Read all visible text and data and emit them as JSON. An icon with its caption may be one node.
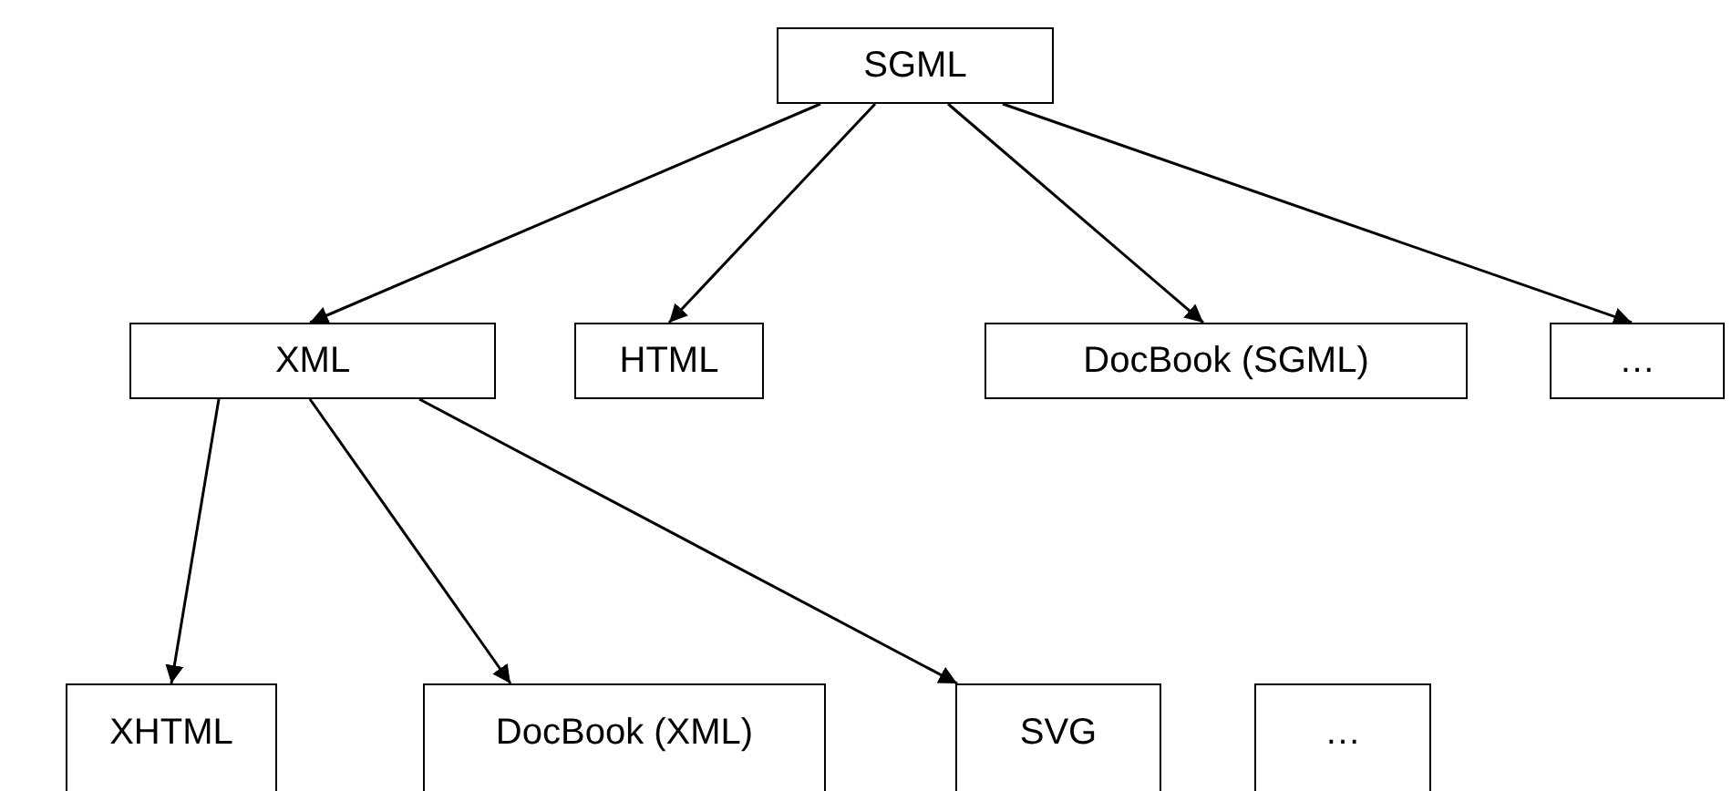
{
  "diagram": {
    "nodes": [
      {
        "text": [
          "SGML"
        ]
      },
      {
        "text": [
          "XML"
        ]
      },
      {
        "text": [
          "HTML"
        ]
      },
      {
        "text": [
          "DocBook (SGML)"
        ]
      },
      {
        "text": [
          "…"
        ]
      },
      {
        "text": [
          "XHTML"
        ]
      },
      {
        "text": [
          "DocBook (XML)"
        ]
      },
      {
        "text": [
          "SVG"
        ]
      },
      {
        "text": [
          "…"
        ]
      }
    ],
    "edges": [
      {
        "from": 0,
        "to": 1,
        "arrow": "to"
      },
      {
        "from": 0,
        "to": 2,
        "arrow": "to"
      },
      {
        "from": 0,
        "to": 3,
        "arrow": "to"
      },
      {
        "from": 0,
        "to": 4,
        "arrow": "to"
      },
      {
        "from": 1,
        "to": 5,
        "arrow": "to"
      },
      {
        "from": 1,
        "to": 6,
        "arrow": "to"
      },
      {
        "from": 1,
        "to": 7,
        "arrow": "to"
      }
    ]
  }
}
